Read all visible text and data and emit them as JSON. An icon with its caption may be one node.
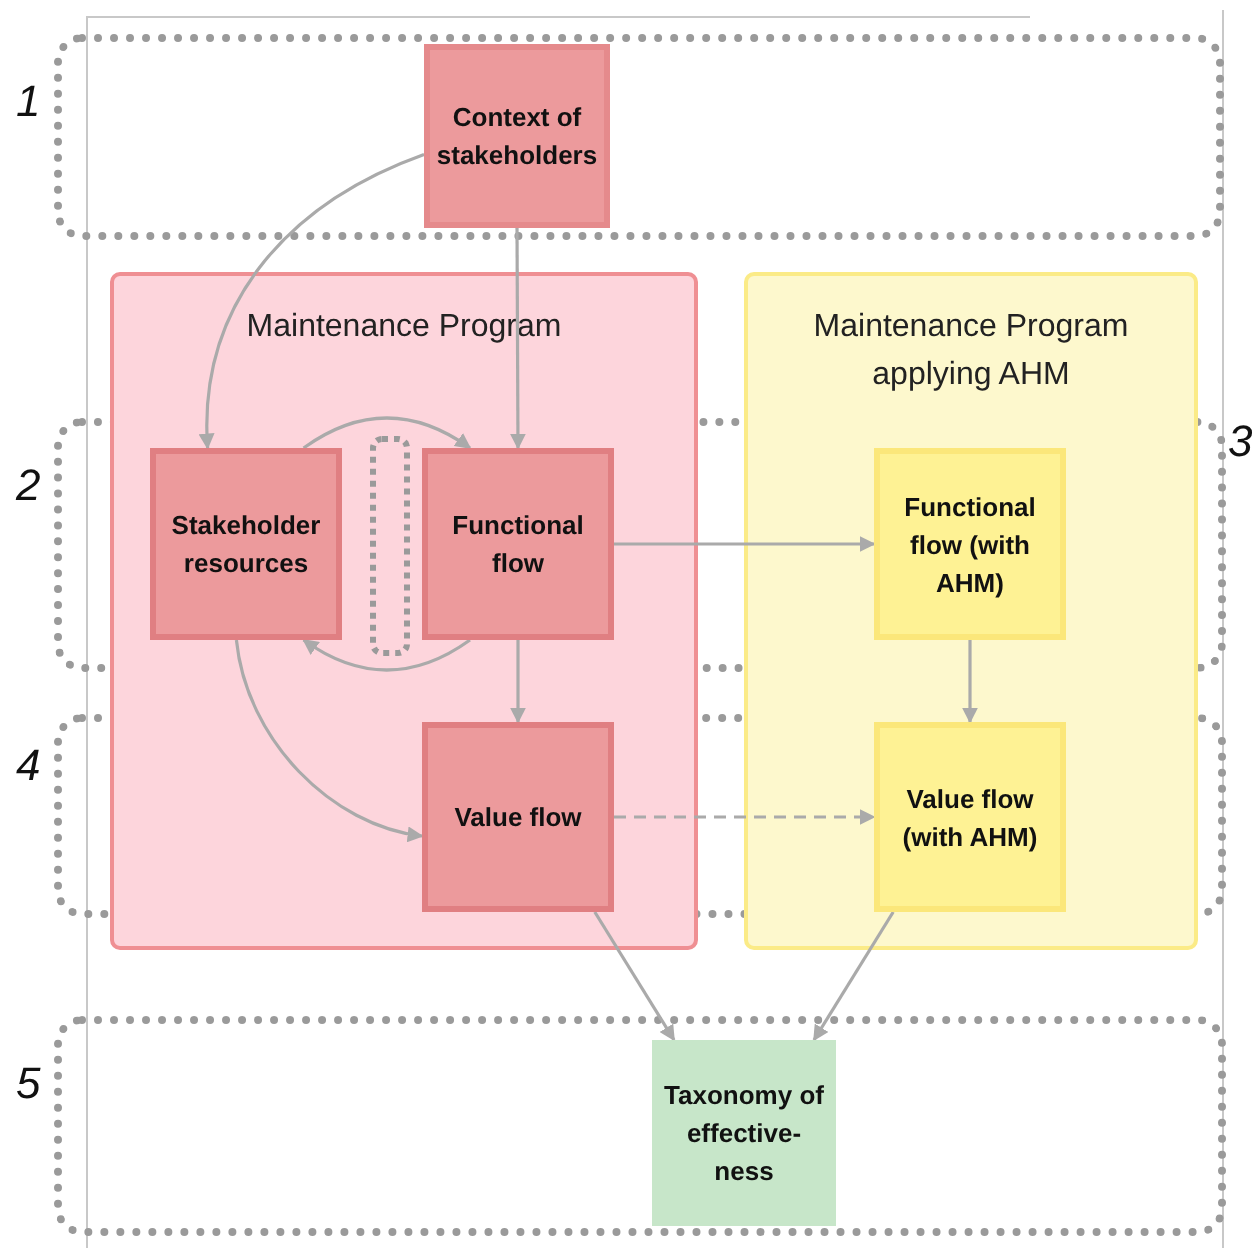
{
  "diagram": {
    "nodes": [
      {
        "text": [
          "Context of stakeholders"
        ]
      },
      {
        "text": [
          "Maintenance Program"
        ]
      },
      {
        "text": [
          "Maintenance Program applying AHM"
        ]
      },
      {
        "text": [
          "Stakeholder resources"
        ],
        "in": 1
      },
      {
        "text": [],
        "shape": "box",
        "in": 1
      },
      {
        "text": [
          "Functional flow"
        ],
        "in": 1
      },
      {
        "text": [
          "Functional flow (with AHM)"
        ],
        "in": 2
      },
      {
        "text": [
          "Value flow"
        ],
        "in": 1
      },
      {
        "text": [
          "Value flow (with AHM)"
        ],
        "in": 2
      },
      {
        "text": [
          "Taxonomy of effective- ness"
        ]
      }
    ],
    "edges": [
      {
        "from": 0,
        "to": 3,
        "arrow": "to"
      },
      {
        "from": 0,
        "to": 5,
        "arrow": "to"
      },
      {
        "from": 3,
        "to": 5,
        "arrow": "to"
      },
      {
        "from": 5,
        "to": 3,
        "arrow": "to"
      },
      {
        "from": 5,
        "to": 6,
        "arrow": "to"
      },
      {
        "from": 5,
        "to": 7,
        "arrow": "to"
      },
      {
        "from": 3,
        "to": 7,
        "arrow": "to"
      },
      {
        "from": 6,
        "to": 8,
        "arrow": "to"
      },
      {
        "from": 7,
        "to": 8,
        "arrow": "to",
        "style": "dashed"
      },
      {
        "from": 7,
        "to": 9,
        "arrow": "to"
      },
      {
        "from": 8,
        "to": 9,
        "arrow": "to"
      }
    ],
    "labels": [
      "1",
      "2",
      "3",
      "4",
      "5"
    ]
  }
}
